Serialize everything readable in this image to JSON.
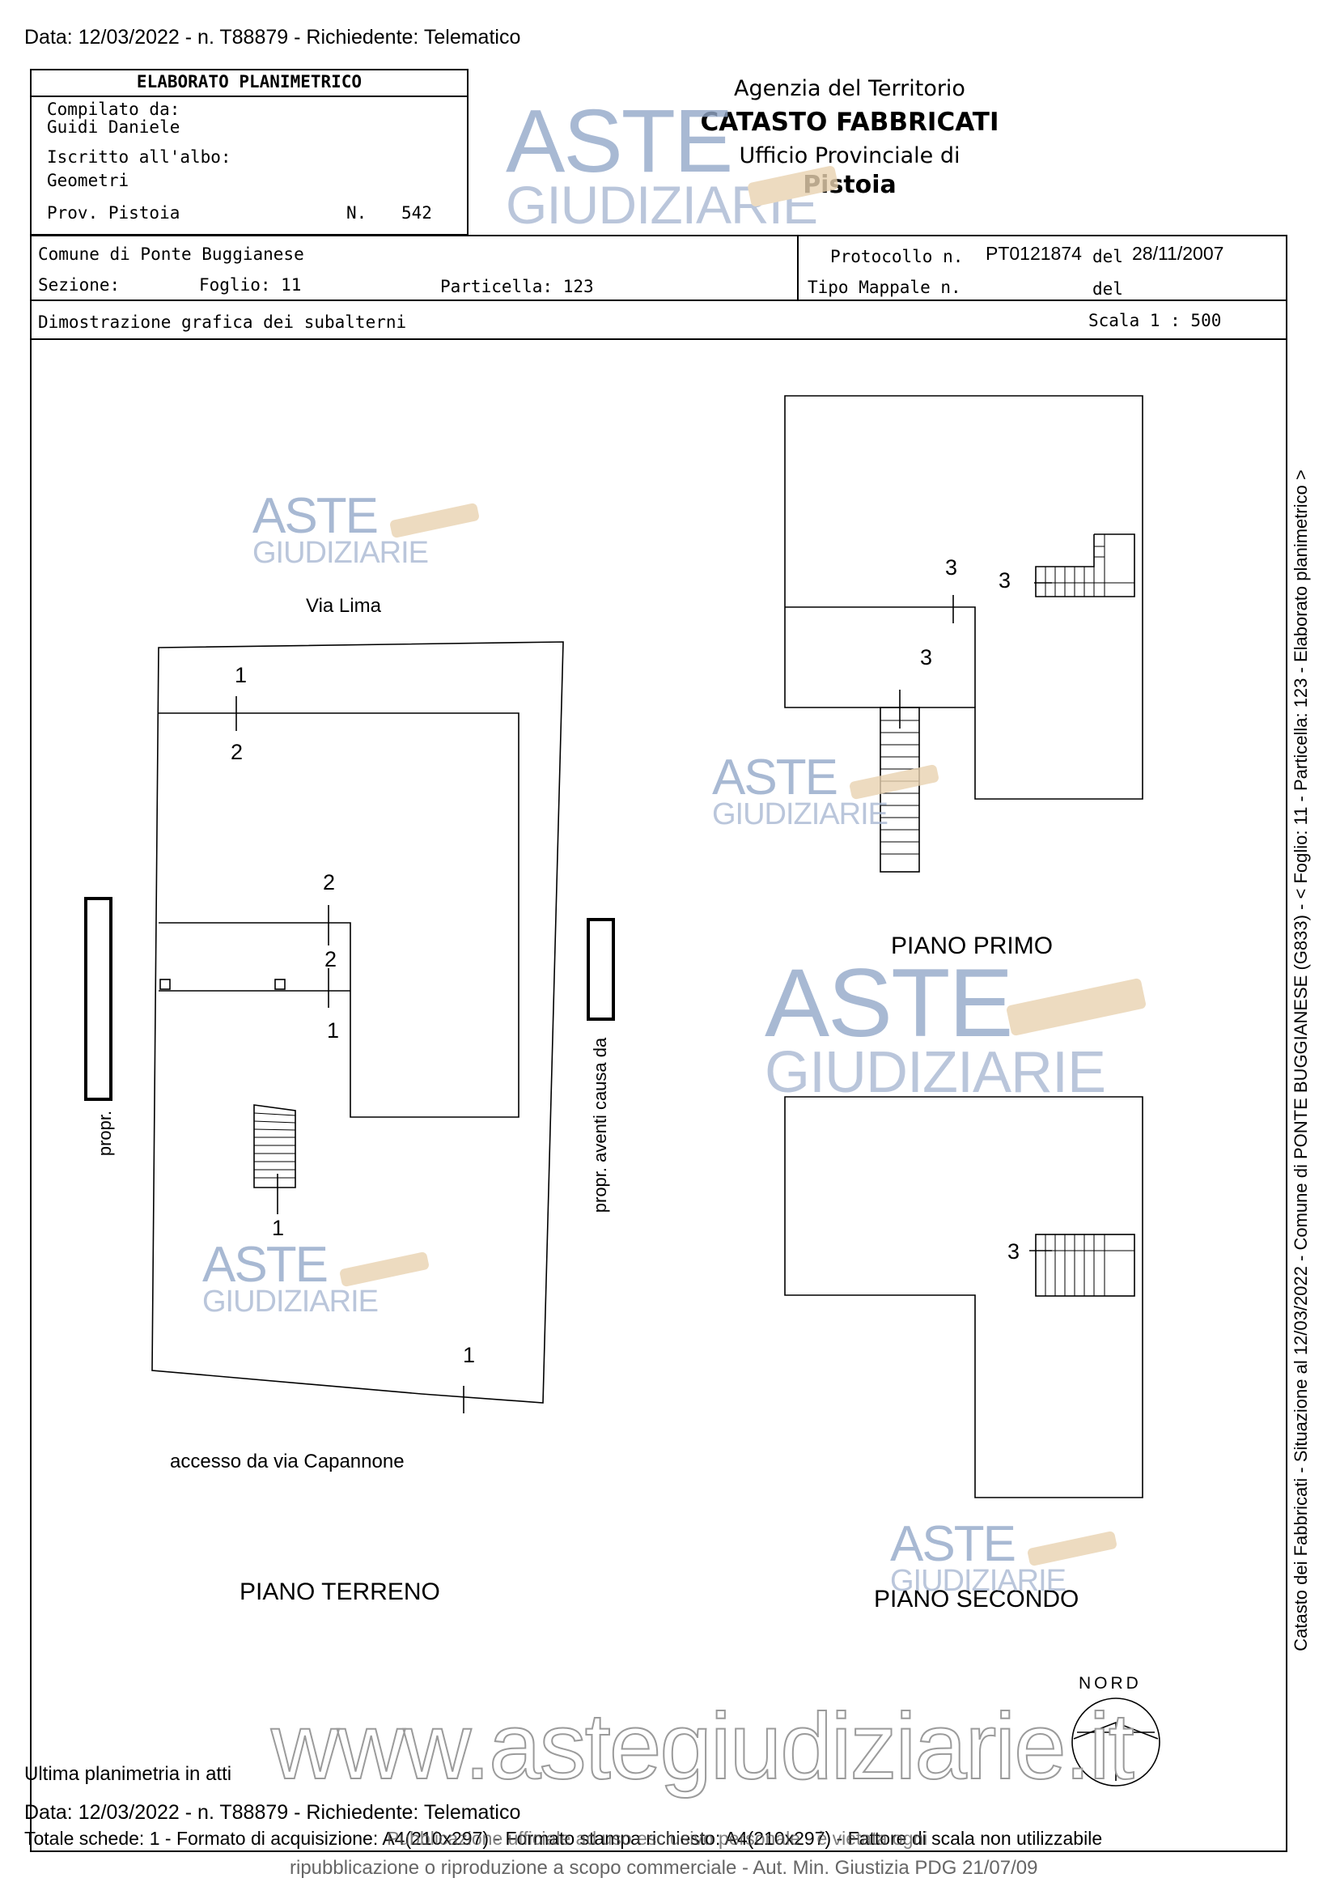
{
  "top_line": "Data: 12/03/2022 - n. T88879 - Richiedente: Telematico",
  "left_box": {
    "title": "ELABORATO PLANIMETRICO",
    "compiled_label": "Compilato da:",
    "compiled_name": "Guidi Daniele",
    "iscritto_label": "Iscritto all'albo:",
    "albo": "Geometri",
    "prov_label": "Prov. Pistoia",
    "n_label": "N.",
    "n_value": "542"
  },
  "agency": {
    "line1": "Agenzia del Territorio",
    "line2": "CATASTO FABBRICATI",
    "line3": "Ufficio Provinciale di",
    "line4": "Pistoia"
  },
  "row2": {
    "comune": "Comune di Ponte Buggianese",
    "sezione_label": "Sezione:",
    "foglio": "Foglio: 11",
    "particella": "Particella: 123",
    "protocollo_label": "Protocollo n.",
    "protocollo_value": "PT0121874",
    "del_label": "del",
    "del_value": "28/11/2007",
    "tipo_label": "Tipo Mappale n.",
    "del2_label": "del"
  },
  "row3": {
    "dimostrazione": "Dimostrazione grafica dei subalterni",
    "scala": "Scala 1 : 500"
  },
  "watermark": {
    "line1": "ASTE",
    "line2": "GIUDIZIARIE"
  },
  "side_text": "Catasto dei Fabbricati - Situazione al 12/03/2022 - Comune di PONTE BUGGIANESE (G833) - < Foglio: 11 - Particella: 123 - Elaborato planimetrico >",
  "plan": {
    "via_lima": "Via Lima",
    "accesso": "accesso da via Capannone",
    "propr_left": "propr.",
    "propr_right": "propr. aventi causa da",
    "piano_terreno": "PIANO TERRENO",
    "piano_primo": "PIANO PRIMO",
    "piano_secondo": "PIANO SECONDO",
    "nord": "NORD",
    "sub_1": "1",
    "sub_2": "2",
    "sub_3": "3"
  },
  "website": "www.astegiudiziarie.it",
  "footer": {
    "ultima": "Ultima planimetria in atti",
    "data_line": "Data: 12/03/2022 - n. T88879 - Richiedente: Telematico",
    "totale_line": "Totale schede: 1 - Formato di acquisizione: A4(210x297) - Formato stampa richiesto: A4(210x297) - Fattore di scala non utilizzabile",
    "overlay_line": "Pubblicazione ufficiale ad uso esclusivo personale - è vietata ogni",
    "ripub": "ripubblicazione o riproduzione a scopo commerciale - Aut. Min. Giustizia PDG 21/07/09"
  }
}
